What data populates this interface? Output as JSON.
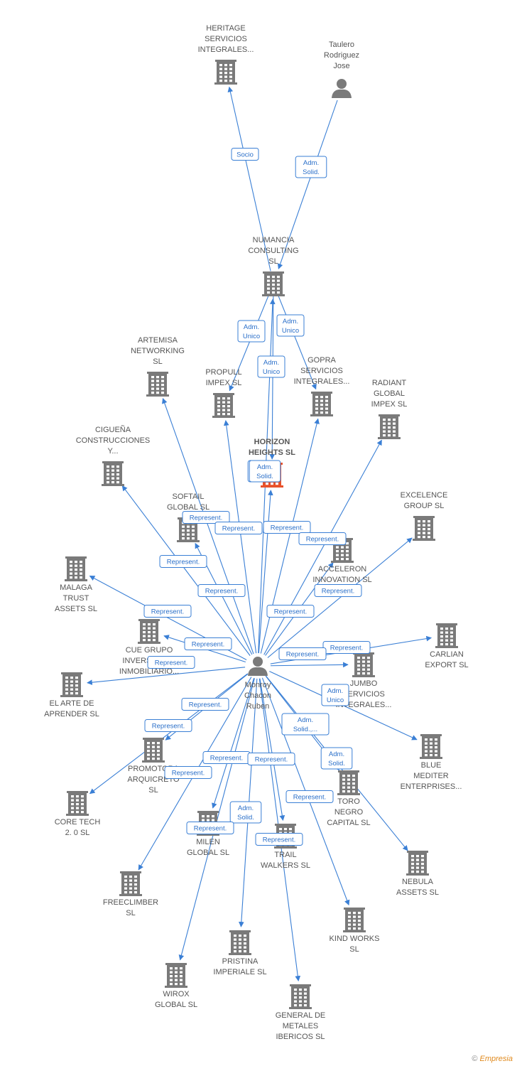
{
  "colors": {
    "edge": "#3a7fd5",
    "node": "#7a7a7a",
    "focus": "#e8522b"
  },
  "footer": {
    "copyright": "©",
    "brand": "Empresia"
  },
  "nodes": [
    {
      "id": "heritage",
      "type": "company",
      "lines": [
        "HERITAGE",
        "SERVICIOS",
        "INTEGRALES..."
      ]
    },
    {
      "id": "taulero",
      "type": "person",
      "lines": [
        "Taulero",
        "Rodriguez",
        "Jose"
      ]
    },
    {
      "id": "numancia",
      "type": "company",
      "lines": [
        "NUMANCIA",
        "CONSULTING",
        "SL"
      ]
    },
    {
      "id": "artemisa",
      "type": "company",
      "lines": [
        "ARTEMISA",
        "NETWORKING",
        "SL"
      ]
    },
    {
      "id": "propull",
      "type": "company",
      "lines": [
        "PROPULL",
        "IMPEX  SL"
      ]
    },
    {
      "id": "gopra",
      "type": "company",
      "lines": [
        "GOPRA",
        "SERVICIOS",
        "INTEGRALES..."
      ]
    },
    {
      "id": "radiant",
      "type": "company",
      "lines": [
        "RADIANT",
        "GLOBAL",
        "IMPEX  SL"
      ]
    },
    {
      "id": "ciguena",
      "type": "company",
      "lines": [
        "CIGUEÑA",
        "CONSTRUCCIONES",
        "Y..."
      ]
    },
    {
      "id": "horizon",
      "type": "focus",
      "lines": [
        "HORIZON",
        "HEIGHTS  SL"
      ]
    },
    {
      "id": "excelence",
      "type": "company",
      "lines": [
        "EXCELENCE",
        "GROUP  SL"
      ]
    },
    {
      "id": "softail",
      "type": "company",
      "lines": [
        "SOFTAIL",
        "GLOBAL  SL"
      ]
    },
    {
      "id": "acceleron",
      "type": "company",
      "lines": [
        "ACCELERON",
        "INNOVATION  SL"
      ]
    },
    {
      "id": "malaga",
      "type": "company",
      "lines": [
        "MALAGA",
        "TRUST",
        "ASSETS  SL"
      ]
    },
    {
      "id": "cuegrupo",
      "type": "company",
      "lines": [
        "CUE GRUPO",
        "INVERSIONES",
        "INMOBILIARIO..."
      ]
    },
    {
      "id": "carlian",
      "type": "company",
      "lines": [
        "CARLIAN",
        "EXPORT SL"
      ]
    },
    {
      "id": "jumbo",
      "type": "company",
      "lines": [
        "JUMBO",
        "SERVICIOS",
        "INTEGRALES..."
      ]
    },
    {
      "id": "arte",
      "type": "company",
      "lines": [
        "EL ARTE DE",
        "APRENDER  SL"
      ]
    },
    {
      "id": "monroy",
      "type": "person",
      "lines": [
        "Monroy",
        "Chacon",
        "Ruben"
      ]
    },
    {
      "id": "promoto",
      "type": "company",
      "lines": [
        "PROMOTORA",
        "ARQUICRETO",
        "SL"
      ]
    },
    {
      "id": "blue",
      "type": "company",
      "lines": [
        "BLUE",
        "MEDITER",
        "ENTERPRISES..."
      ]
    },
    {
      "id": "coretech",
      "type": "company",
      "lines": [
        "CORE TECH",
        "2. 0  SL"
      ]
    },
    {
      "id": "toro",
      "type": "company",
      "lines": [
        "TORO",
        "NEGRO",
        "CAPITAL  SL"
      ]
    },
    {
      "id": "milen",
      "type": "company",
      "lines": [
        "MILEN",
        "GLOBAL  SL"
      ]
    },
    {
      "id": "trail",
      "type": "company",
      "lines": [
        "TRAIL",
        "WALKERS  SL"
      ]
    },
    {
      "id": "nebula",
      "type": "company",
      "lines": [
        "NEBULA",
        "ASSETS  SL"
      ]
    },
    {
      "id": "freeclimber",
      "type": "company",
      "lines": [
        "FREECLIMBER",
        "SL"
      ]
    },
    {
      "id": "kind",
      "type": "company",
      "lines": [
        "KIND WORKS",
        "SL"
      ]
    },
    {
      "id": "pristina",
      "type": "company",
      "lines": [
        "PRISTINA",
        "IMPERIALE  SL"
      ]
    },
    {
      "id": "wirox",
      "type": "company",
      "lines": [
        "WIROX",
        "GLOBAL  SL"
      ]
    },
    {
      "id": "general",
      "type": "company",
      "lines": [
        "GENERAL DE",
        "METALES",
        "IBERICOS  SL"
      ]
    }
  ],
  "edges": [
    {
      "from": "numancia",
      "to": "heritage",
      "label": [
        "Socio"
      ]
    },
    {
      "from": "taulero",
      "to": "numancia",
      "label": [
        "Adm.",
        "Solid."
      ]
    },
    {
      "from": "numancia",
      "to": "propull",
      "label": [
        "Adm.",
        "Unico"
      ]
    },
    {
      "from": "numancia",
      "to": "gopra",
      "label": [
        "Adm.",
        "Unico"
      ]
    },
    {
      "from": "numancia",
      "to": "horizon",
      "label": [
        "Adm.",
        "Unico"
      ]
    },
    {
      "from": "monroy",
      "to": "numancia",
      "label": [
        "Adm.",
        "Solid."
      ]
    },
    {
      "from": "monroy",
      "to": "horizon",
      "label": [
        "Adm.",
        "Solid."
      ]
    },
    {
      "from": "monroy",
      "to": "artemisa",
      "label": [
        "Represent."
      ]
    },
    {
      "from": "monroy",
      "to": "propull",
      "label": [
        "Represent."
      ]
    },
    {
      "from": "monroy",
      "to": "gopra",
      "label": [
        "Represent."
      ]
    },
    {
      "from": "monroy",
      "to": "radiant",
      "label": [
        "Represent."
      ]
    },
    {
      "from": "monroy",
      "to": "ciguena",
      "label": [
        "Represent."
      ]
    },
    {
      "from": "monroy",
      "to": "softail",
      "label": [
        "Represent."
      ]
    },
    {
      "from": "monroy",
      "to": "acceleron",
      "label": [
        "Represent."
      ]
    },
    {
      "from": "monroy",
      "to": "excelence",
      "label": [
        "Represent."
      ]
    },
    {
      "from": "monroy",
      "to": "malaga",
      "label": [
        "Represent."
      ]
    },
    {
      "from": "monroy",
      "to": "cuegrupo",
      "label": [
        "Represent."
      ]
    },
    {
      "from": "monroy",
      "to": "arte",
      "label": [
        "Represent."
      ]
    },
    {
      "from": "monroy",
      "to": "carlian",
      "label": [
        "Adm.",
        "Unico"
      ]
    },
    {
      "from": "monroy",
      "to": "jumbo",
      "label": [
        "Represent."
      ]
    },
    {
      "from": "monroy",
      "to": "blue",
      "label": [
        "Represent."
      ]
    },
    {
      "from": "monroy",
      "to": "coretech",
      "label": [
        "Represent."
      ]
    },
    {
      "from": "monroy",
      "to": "promoto",
      "label": [
        "Adm.",
        "Solid.,..."
      ]
    },
    {
      "from": "monroy",
      "to": "toro",
      "label": [
        "Represent."
      ]
    },
    {
      "from": "monroy",
      "to": "nebula",
      "label": [
        "Adm.",
        "Solid."
      ]
    },
    {
      "from": "monroy",
      "to": "freeclimber",
      "label": [
        "Represent."
      ]
    },
    {
      "from": "monroy",
      "to": "milen",
      "label": [
        "Adm.",
        "Solid."
      ]
    },
    {
      "from": "monroy",
      "to": "trail",
      "label": [
        "Represent."
      ]
    },
    {
      "from": "monroy",
      "to": "kind",
      "label": [
        "Represent."
      ]
    },
    {
      "from": "monroy",
      "to": "pristina",
      "label": [
        "Represent."
      ]
    },
    {
      "from": "monroy",
      "to": "wirox",
      "label": [
        "Represent."
      ]
    },
    {
      "from": "monroy",
      "to": "general",
      "label": [
        "Represent."
      ]
    }
  ]
}
